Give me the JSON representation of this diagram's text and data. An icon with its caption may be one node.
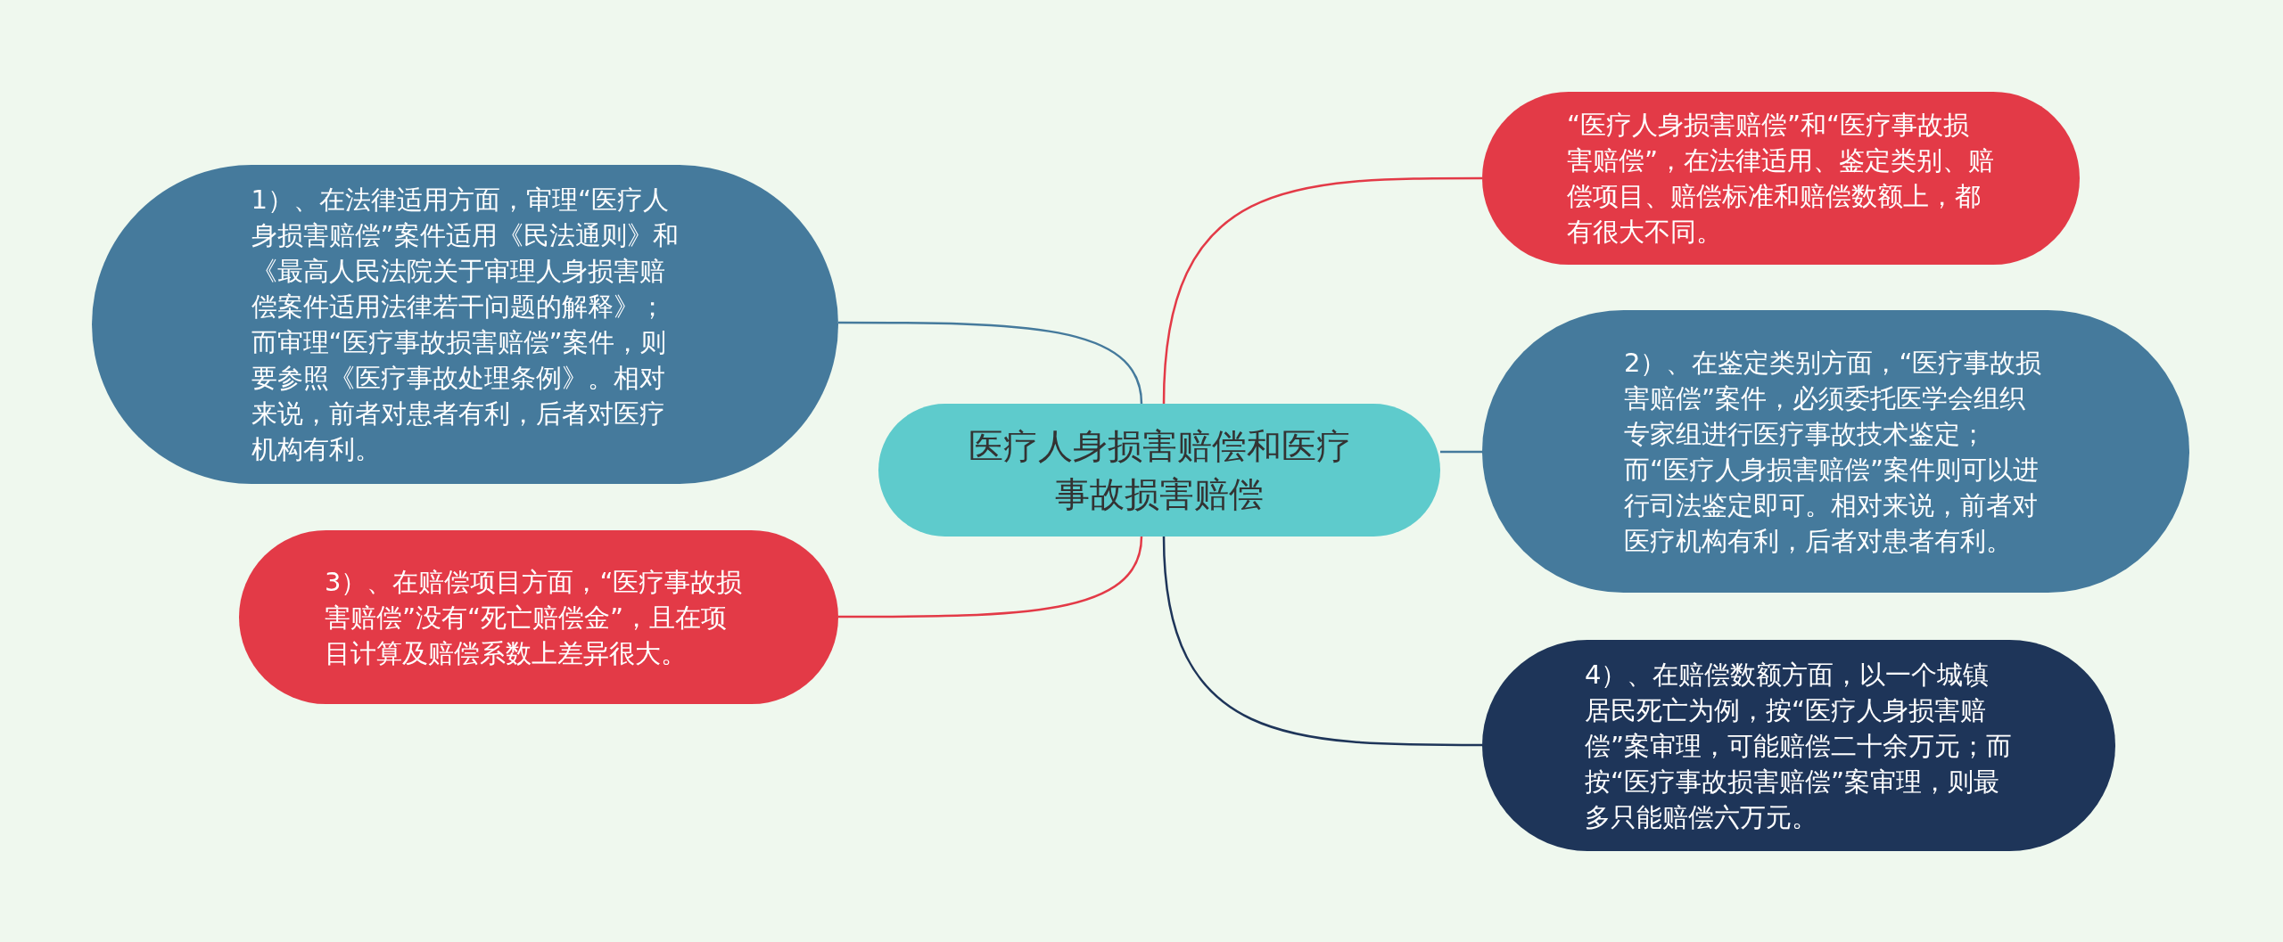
{
  "diagram": {
    "nodes": [
      {
        "text": [
          "医疗人身损害赔偿和医疗事故损害赔偿"
        ]
      },
      {
        "text": [
          "1）、在法律适用方面，审理“医疗人身损害赔偿”案件适用《民法通则》和《最高人民法院关于审理人身损害赔偿案件适用法律若干问题的解释》；而审理“医疗事故损害赔偿”案件，则要参照《医疗事故处理条例》。相对来说，前者对患者有利，后者对医疗机构有利。"
        ]
      },
      {
        "text": [
          "3）、在赔偿项目方面，“医疗事故损害赔偿”没有“死亡赔偿金”，且在项目计算及赔偿系数上差异很大。"
        ]
      },
      {
        "text": [
          "“医疗人身损害赔偿”和“医疗事故损害赔偿”，在法律适用、鉴定类别、赔偿项目、赔偿标准和赔偿数额上，都有很大不同。"
        ]
      },
      {
        "text": [
          "2）、在鉴定类别方面，“医疗事故损害赔偿”案件，必须委托医学会组织专家组进行医疗事故技术鉴定；而“医疗人身损害赔偿”案件则可以进行司法鉴定即可。相对来说，前者对医疗机构有利，后者对患者有利。"
        ]
      },
      {
        "text": [
          "4）、在赔偿数额方面，以一个城镇居民死亡为例，按“医疗人身损害赔偿”案审理，可能赔偿二十余万元；而按“医疗事故损害赔偿”案审理，则最多只能赔偿六万元。"
        ]
      }
    ],
    "edges": [
      {
        "from": 0,
        "to": 1,
        "arrow": "none",
        "color": "#457a9c"
      },
      {
        "from": 0,
        "to": 2,
        "arrow": "none",
        "color": "#e33a47"
      },
      {
        "from": 0,
        "to": 3,
        "arrow": "none",
        "color": "#e33a47"
      },
      {
        "from": 0,
        "to": 4,
        "arrow": "none",
        "color": "#457a9c"
      },
      {
        "from": 0,
        "to": 5,
        "arrow": "none",
        "color": "#1e3559"
      }
    ]
  }
}
